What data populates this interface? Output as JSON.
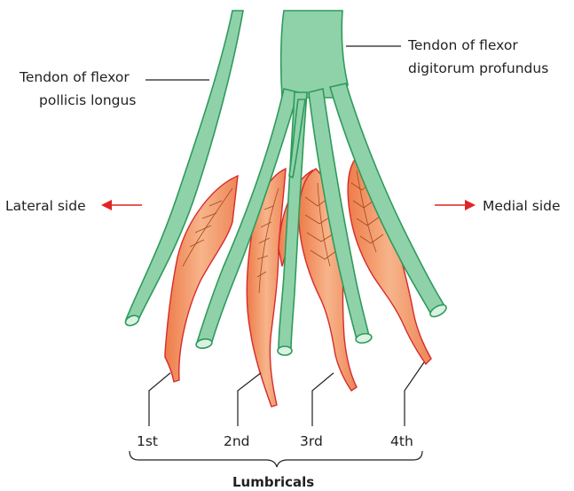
{
  "labels": {
    "fpl": [
      "Tendon of flexor",
      "pollicis longus"
    ],
    "fdp": [
      "Tendon of flexor",
      "digitorum profundus"
    ],
    "lateral": "Lateral side",
    "medial": "Medial side",
    "lumbricals": [
      "1st",
      "2nd",
      "3rd",
      "4th"
    ],
    "group_title": "Lumbricals"
  },
  "colors": {
    "tendon_fill": "#8fd2a9",
    "tendon_stroke": "#2f9a5c",
    "muscle_start": "#f8b78e",
    "muscle_end": "#ec7440",
    "muscle_outline": "#d62b2b",
    "arrow": "#e02424"
  }
}
